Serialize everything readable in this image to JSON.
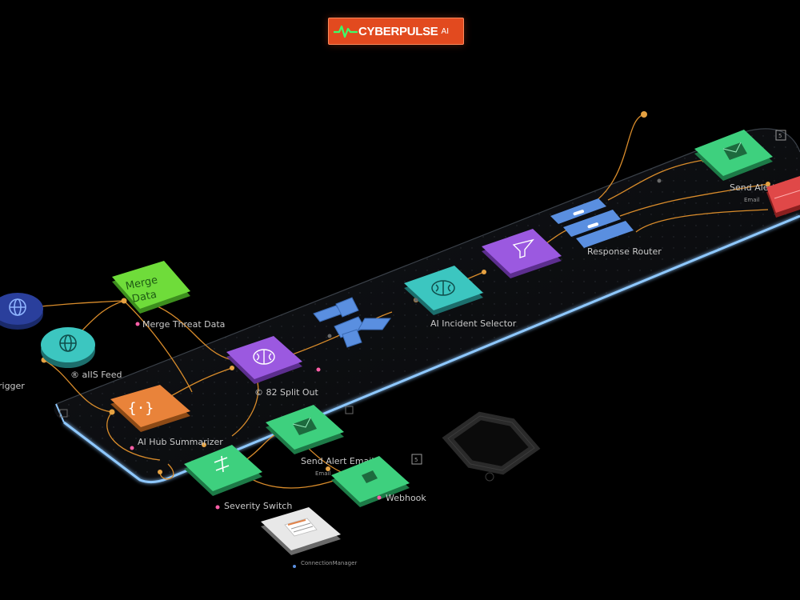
{
  "brand": {
    "name": "CYBERPULSE",
    "suffix": "AI"
  },
  "nodes": {
    "merge_data": {
      "title_line1": "Merge",
      "title_line2": "Data",
      "label": "Merge Threat Data"
    },
    "trigger": {
      "label": "rigger"
    },
    "feed": {
      "label": "® aIIS Feed"
    },
    "analysis": {
      "label": "AI Hub Summarizer"
    },
    "split_out": {
      "label": "© 82 Split Out"
    },
    "incident_selector": {
      "label": "AI Incident Selector"
    },
    "response_router": {
      "label": "Response Router"
    },
    "send_alert_email_top": {
      "label": "Send Alert Email",
      "sublabel": "Email"
    },
    "send_alert_email_mid": {
      "label": "Send Alert Email",
      "sublabel": "Email"
    },
    "severity_switch": {
      "label": "Severity Switch"
    },
    "webhook": {
      "label": "Webhook"
    },
    "connector": {
      "label": "ConnectionManager"
    },
    "badge_top": {
      "label": "5"
    },
    "badge_mid": {
      "label": "5"
    }
  },
  "colors": {
    "accent_orange": "#e24a1f",
    "wire": "#d98c2b",
    "node_green": "#6fdc3a",
    "node_teal": "#3cc6c0",
    "node_purple": "#9b59e0",
    "node_blue": "#5a8fe0",
    "node_mint": "#3ed07e",
    "node_orange": "#e9833a",
    "node_red": "#e04848",
    "platform_edge": "#8ec8ff"
  },
  "icons": [
    "pulse-icon",
    "globe-icon",
    "brain-icon",
    "code-braces-icon",
    "shuffle-icon",
    "filter-icon",
    "router-icon",
    "mail-icon",
    "switch-icon",
    "webhook-icon",
    "document-icon",
    "hexagon-icon"
  ]
}
